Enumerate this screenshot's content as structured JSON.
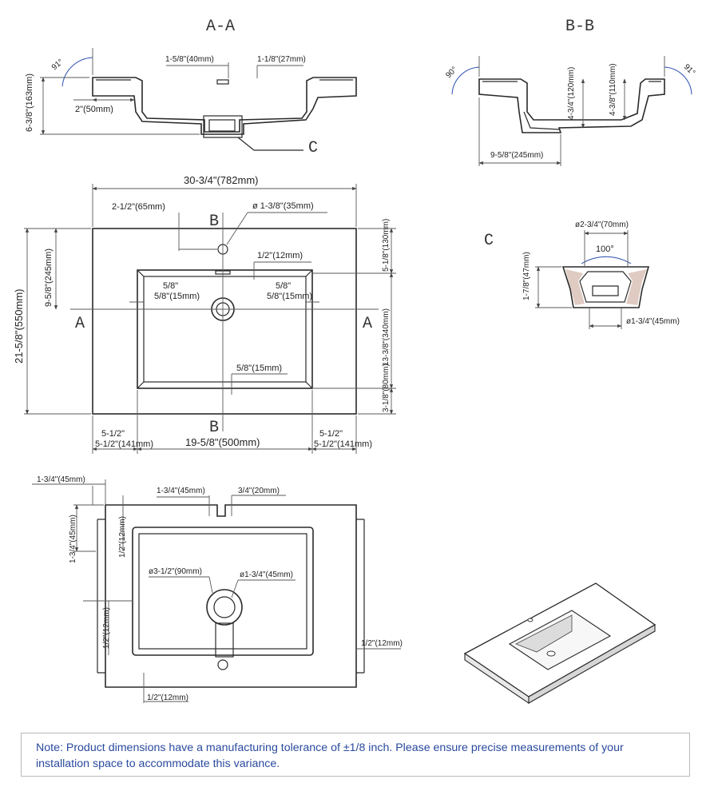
{
  "sections": {
    "aa": "A-A",
    "bb": "B-B",
    "c": "C"
  },
  "section_aa": {
    "angle": "91°",
    "height": "6-3/8\"(163mm)",
    "rim": "2\"(50mm)",
    "hole_offset": "1-5/8\"(40mm)",
    "hole_depth": "1-1/8\"(27mm)",
    "callout": "C"
  },
  "section_bb": {
    "angle_left": "90°",
    "angle_right": "91°",
    "depth_a": "4-3/4\"(120mm)",
    "depth_b": "4-3/8\"(110mm)",
    "width": "9-5/8\"(245mm)"
  },
  "top_view": {
    "overall_width": "30-3/4\"(782mm)",
    "faucet_offset": "2-1/2\"(65mm)",
    "faucet_diameter": "ø 1-3/8\"(35mm)",
    "rim_gap": "1/2\"(12mm)",
    "side_left": "5/8\"(15mm)",
    "side_right": "5/8\"(15mm)",
    "bottom_gap": "5/8\"(15mm)",
    "left_half": "9-5/8\"(245mm)",
    "overall_depth": "21-5/8\"(550mm)",
    "right_top": "5-1/8\"(130mm)",
    "right_mid": "13-3/8\"(340mm)",
    "right_bottom": "3-1/8\"(80mm)",
    "bottom_left": "5-1/2\"(141mm)",
    "bottom_center": "19-5/8\"(500mm)",
    "bottom_right": "5-1/2\"(141mm)",
    "section_a": "A",
    "section_b": "B"
  },
  "detail_c": {
    "top_diameter": "ø2-3/4\"(70mm)",
    "angle": "100°",
    "height": "1-7/8\"(47mm)",
    "bottom_diameter": "ø1-3/4\"(45mm)"
  },
  "bottom_view": {
    "left_edge": "1-3/4\"(45mm)",
    "notch_offset": "1-3/4\"(45mm)",
    "notch_width": "3/4\"(20mm)",
    "left_vertical": "1-3/4\"(45mm)",
    "inner_top": "1/2\"(12mm)",
    "inner_left": "1/2\"(12mm)",
    "drain_outer": "ø3-1/2\"(90mm)",
    "drain_inner": "ø1-3/4\"(45mm)",
    "right_gap": "1/2\"(12mm)",
    "bottom_gap": "1/2\"(12mm)"
  },
  "note": "Note: Product dimensions have a manufacturing tolerance of ±1/8 inch. Please ensure precise measurements of your installation space to accommodate this variance."
}
